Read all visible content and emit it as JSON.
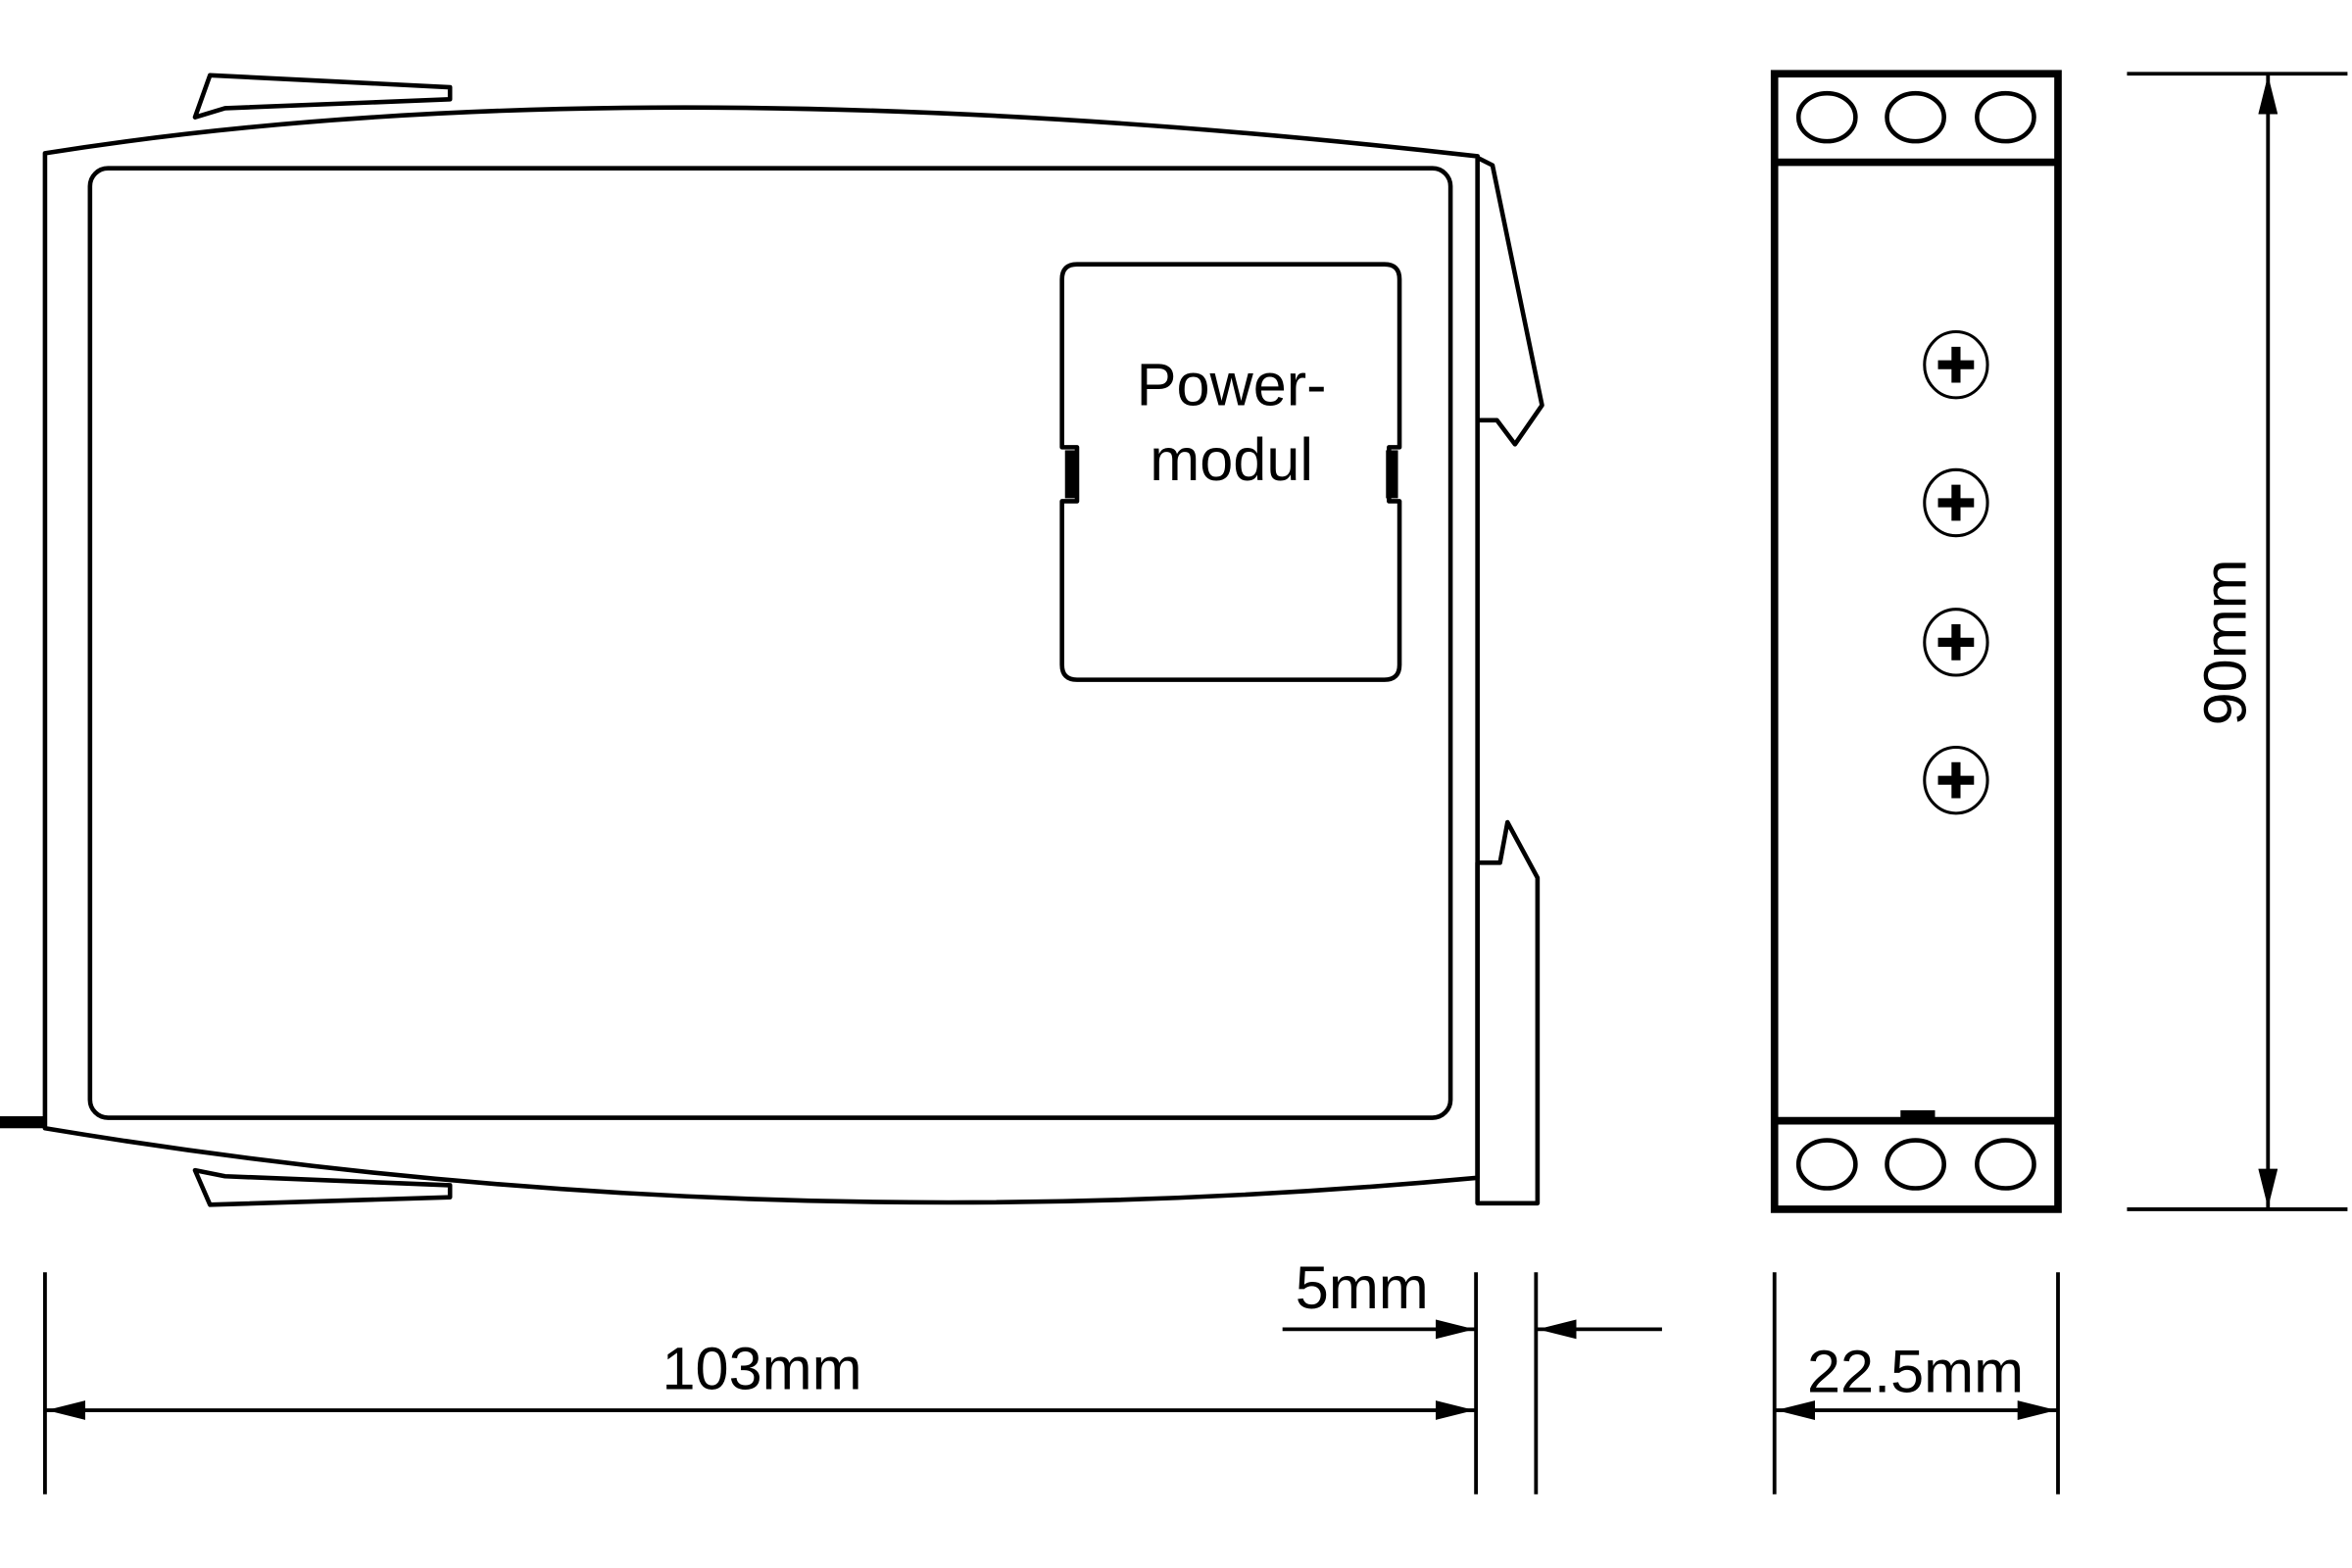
{
  "side_view": {
    "module_label_line1": "Power-",
    "module_label_line2": "modul"
  },
  "dimensions": {
    "depth": "103mm",
    "rail_clip": "5mm",
    "width": "22.5mm",
    "height": "90mm"
  },
  "front_view": {
    "terminals_top": 3,
    "terminals_bottom": 3,
    "screws": 4
  },
  "colors": {
    "line": "#000000",
    "background": "#ffffff"
  }
}
